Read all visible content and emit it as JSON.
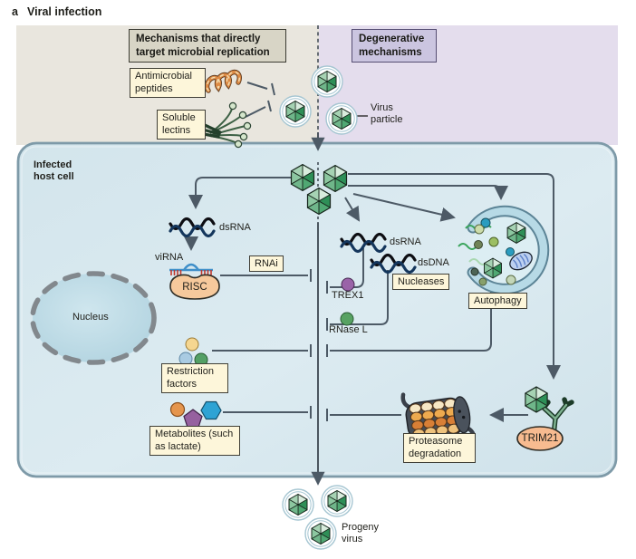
{
  "figure": {
    "panel_letter": "a",
    "title": "Viral infection"
  },
  "headers": {
    "direct": "Mechanisms that directly target microbial replication",
    "degenerative": "Degenerative mechanisms"
  },
  "extracellular": {
    "antimicrobial_peptides": "Antimicrobial peptides",
    "soluble_lectins": "Soluble lectins",
    "virus_particle": "Virus particle"
  },
  "cell": {
    "name": "Infected host cell",
    "nucleus": "Nucleus",
    "dsrna_left": "dsRNA",
    "virna": "viRNA",
    "risc": "RISC",
    "rnai": "RNAi",
    "dsrna_center": "dsRNA",
    "dsdna": "dsDNA",
    "nucleases": "Nucleases",
    "trex1": "TREX1",
    "rnase_l": "RNase L",
    "autophagy": "Autophagy",
    "restriction_factors": "Restriction factors",
    "metabolites": "Metabolites (such as lactate)",
    "proteasome": "Proteasome degradation",
    "trim21": "TRIM21"
  },
  "output": {
    "progeny_virus": "Progeny virus"
  },
  "icons": [
    "virus-particle-enveloped",
    "virus-capsid",
    "antimicrobial-peptide-coil",
    "soluble-lectin",
    "dsrna-helix",
    "dsdna-helix",
    "virna-strand",
    "risc-complex",
    "nucleus",
    "autophagosome",
    "mitochondrion",
    "proteasome-barrel",
    "antibody",
    "trim21-ellipse",
    "restriction-factor-dots",
    "metabolite-shapes",
    "trex1-dot",
    "rnasel-dot",
    "inhibition-bar",
    "arrow"
  ],
  "colors": {
    "panel_left_bg": "#e9e6de",
    "panel_right_bg": "#e4dded",
    "cell_fill": "#d8e8ee",
    "cell_border": "#7e9aa8",
    "label_box_bg": "#fdf6da",
    "label_box_border": "#403f36",
    "header_left_bg": "#d8d5c6",
    "header_right_bg": "#cbc5e0",
    "line": "#4d5a66",
    "virus_green_dark": "#2e8f57",
    "virus_green_light": "#a6d2b3",
    "risc_fill": "#f6c99c",
    "trim21_fill": "#f7bb90",
    "trex1_dot": "#9a63a8",
    "rnasel_dot": "#57a262",
    "helix_blue": "#14365c",
    "rna_red_ticks": "#c2392e",
    "proteasome_orange": "#edaa4f"
  }
}
